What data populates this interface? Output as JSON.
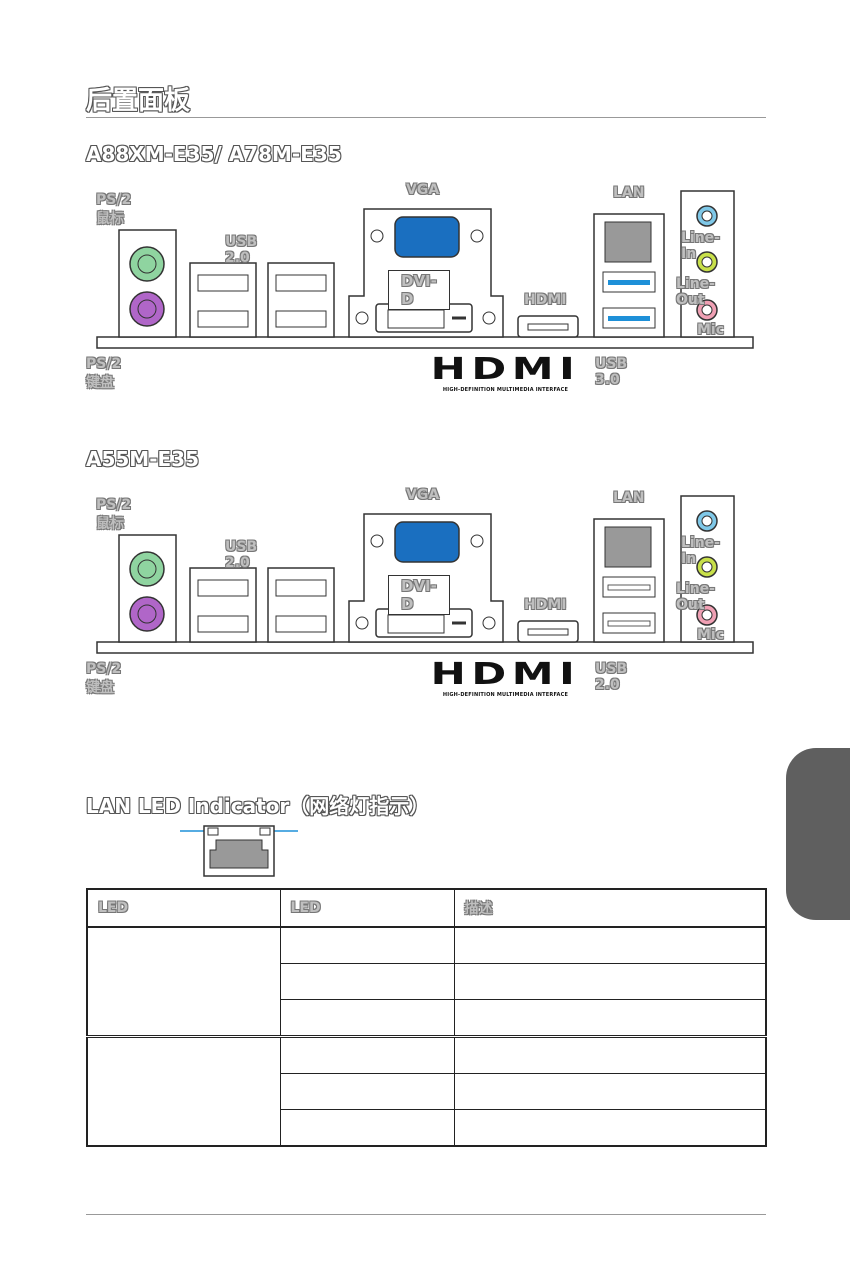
{
  "page": {
    "title": "后置面板",
    "section1_title": "A88XM-E35/ A78M-E35",
    "section2_title": "A55M-E35",
    "section3_title": "LAN LED Indicator（网络灯指示）"
  },
  "panel1": {
    "ps2_mouse": "PS/2 鼠标",
    "ps2_keyboard": "PS/2 键盘",
    "usb_left": "USB 2.0",
    "vga": "VGA",
    "dvi": "DVI-D",
    "hdmi": "HDMI",
    "lan": "LAN",
    "usb_right": "USB 3.0",
    "line_in": "Line-In",
    "line_out": "Line-Out",
    "mic": "Mic",
    "hdmi_logo": "HDMI",
    "hdmi_tagline": "HIGH-DEFINITION MULTIMEDIA INTERFACE"
  },
  "panel2": {
    "ps2_mouse": "PS/2 鼠标",
    "ps2_keyboard": "PS/2 键盘",
    "usb_left": "USB 2.0",
    "vga": "VGA",
    "dvi": "DVI-D",
    "hdmi": "HDMI",
    "lan": "LAN",
    "usb_right": "USB 2.0",
    "line_in": "Line-In",
    "line_out": "Line-Out",
    "mic": "Mic",
    "hdmi_logo": "HDMI",
    "hdmi_tagline": "HIGH-DEFINITION MULTIMEDIA INTERFACE"
  },
  "table": {
    "headers": [
      "LED",
      "LED",
      "描述"
    ]
  },
  "colors": {
    "usb3_blue": "#1e90d8",
    "vga_blue": "#1a6fc0",
    "ps2_green": "#8fd4a0",
    "ps2_purple": "#b066c8",
    "audio_blue": "#7fc8e8",
    "audio_lime": "#c8e04a",
    "audio_pink": "#f0a0b4",
    "side_tab": "#5f5f5f"
  }
}
